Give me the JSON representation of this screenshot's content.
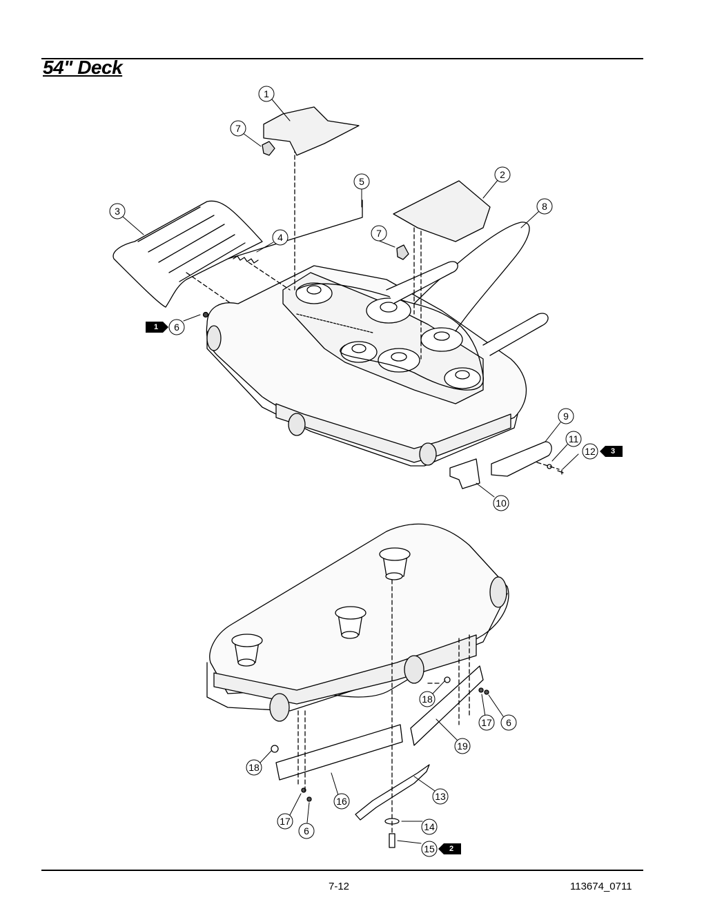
{
  "header": {
    "title": "54\" Deck"
  },
  "footer": {
    "page_number": "7-12",
    "document_id": "113674_0711"
  },
  "callouts": {
    "c1": "1",
    "c7a": "7",
    "c2": "2",
    "c5": "5",
    "c8": "8",
    "c3": "3",
    "c4": "4",
    "c7b": "7",
    "c6a": "6",
    "c9": "9",
    "c11": "11",
    "c12": "12",
    "c10": "10",
    "c18a": "18",
    "c17a": "17",
    "c6b": "6",
    "c19": "19",
    "c18b": "18",
    "c16": "16",
    "c13": "13",
    "c17b": "17",
    "c6c": "6",
    "c14": "14",
    "c15": "15"
  },
  "badges": {
    "b1": "1",
    "b3": "3",
    "b2": "2"
  }
}
